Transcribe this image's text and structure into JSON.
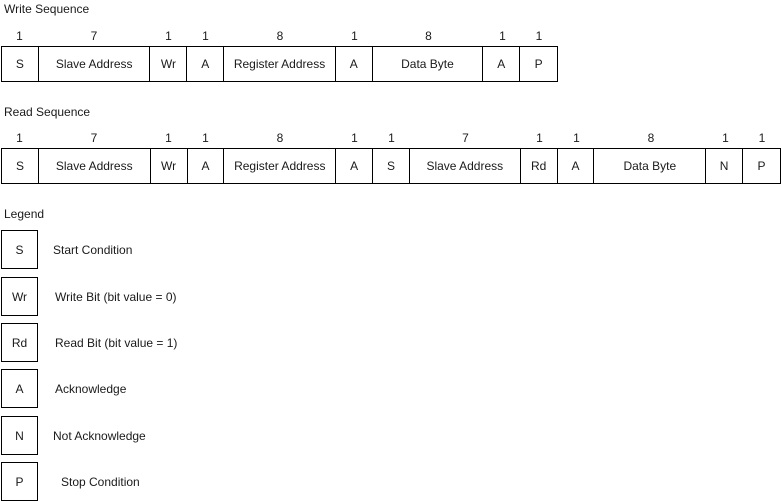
{
  "write": {
    "title": "Write Sequence",
    "fields": [
      {
        "label": "S",
        "bits": "1"
      },
      {
        "label": "Slave Address",
        "bits": "7"
      },
      {
        "label": "Wr",
        "bits": "1"
      },
      {
        "label": "A",
        "bits": "1"
      },
      {
        "label": "Register Address",
        "bits": "8"
      },
      {
        "label": "A",
        "bits": "1"
      },
      {
        "label": "Data Byte",
        "bits": "8"
      },
      {
        "label": "A",
        "bits": "1"
      },
      {
        "label": "P",
        "bits": "1"
      }
    ]
  },
  "read": {
    "title": "Read Sequence",
    "fields": [
      {
        "label": "S",
        "bits": "1"
      },
      {
        "label": "Slave Address",
        "bits": "7"
      },
      {
        "label": "Wr",
        "bits": "1"
      },
      {
        "label": "A",
        "bits": "1"
      },
      {
        "label": "Register Address",
        "bits": "8"
      },
      {
        "label": "A",
        "bits": "1"
      },
      {
        "label": "S",
        "bits": "1"
      },
      {
        "label": "Slave Address",
        "bits": "7"
      },
      {
        "label": "Rd",
        "bits": "1"
      },
      {
        "label": "A",
        "bits": "1"
      },
      {
        "label": "Data Byte",
        "bits": "8"
      },
      {
        "label": "N",
        "bits": "1"
      },
      {
        "label": "P",
        "bits": "1"
      }
    ]
  },
  "legend": {
    "title": "Legend",
    "items": [
      {
        "symbol": "S",
        "text": "Start Condition"
      },
      {
        "symbol": "Wr",
        "text": "Write Bit (bit value = 0)"
      },
      {
        "symbol": "Rd",
        "text": "Read Bit (bit value = 1)"
      },
      {
        "symbol": "A",
        "text": "Acknowledge"
      },
      {
        "symbol": "N",
        "text": "Not Acknowledge"
      },
      {
        "symbol": "P",
        "text": "Stop Condition"
      }
    ]
  }
}
